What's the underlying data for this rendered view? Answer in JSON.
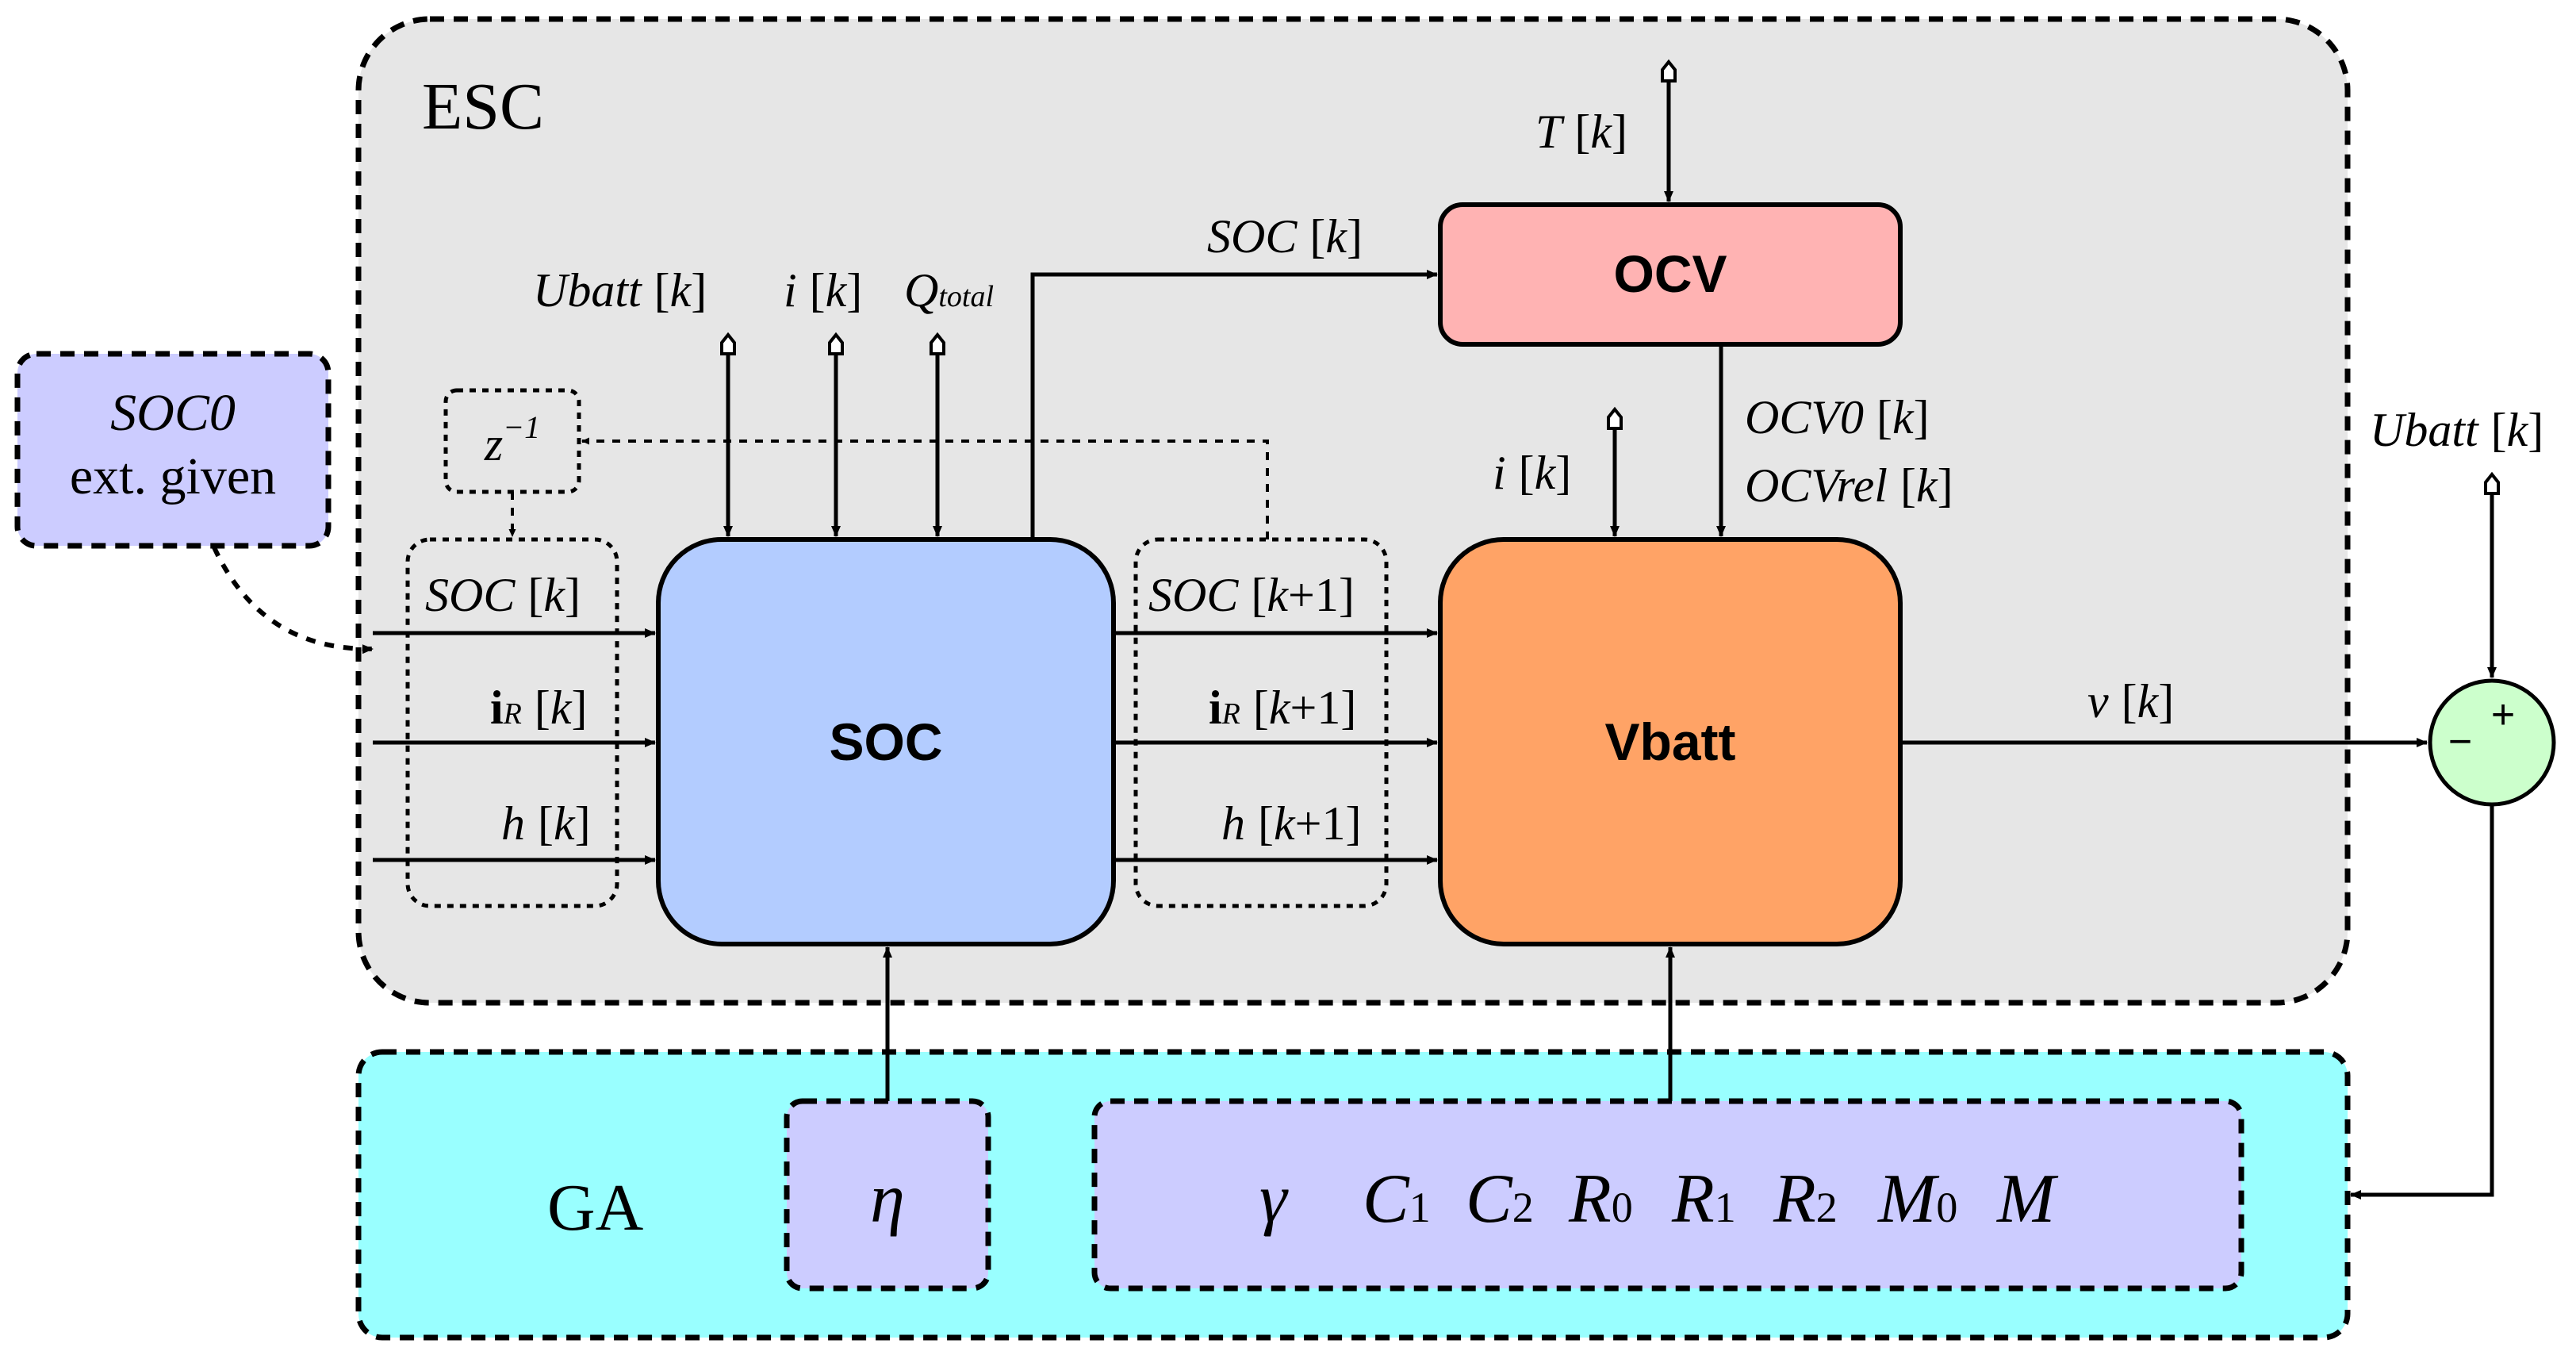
{
  "esc": {
    "title": "ESC"
  },
  "ga": {
    "title": "GA",
    "eta": "η",
    "params": [
      "γ",
      "C",
      "C",
      "R",
      "R",
      "R",
      "M",
      "M"
    ],
    "param_subs": [
      "",
      "1",
      "2",
      "0",
      "1",
      "2",
      "0",
      ""
    ]
  },
  "blocks": {
    "soc": "SOC",
    "vbatt": "Vbatt",
    "ocv": "OCV"
  },
  "soc0": {
    "line1": "SOC0",
    "line2": "ext. given"
  },
  "delay": {
    "z": "z",
    "exp": "−1"
  },
  "labels": {
    "ubatt": "Ubatt",
    "ubatt_k": "[k]",
    "i": "i",
    "i_k": "[k]",
    "q": "Q",
    "q_sub": "total",
    "t": "T",
    "t_k": "[k]",
    "soc_k_top": "SOC",
    "soc_k_top_k": "[k]",
    "ocv0": "OCV0",
    "ocv0_k": "[k]",
    "ocvrel": "OCVrel",
    "ocvrel_k": "[k]",
    "i2": "i",
    "i2_k": "[k]",
    "ubatt_right": "Ubatt",
    "ubatt_right_k": "[k]",
    "v": "v",
    "v_k": "[k]",
    "in_soc": "SOC",
    "in_soc_k": "[k]",
    "in_ir": "i",
    "in_ir_sub": "R",
    "in_ir_k": "[k]",
    "in_h": "h",
    "in_h_k": "[k]",
    "out_soc": "SOC",
    "out_soc_k": "[k+1]",
    "out_ir": "i",
    "out_ir_sub": "R",
    "out_ir_k": "[k+1]",
    "out_h": "h",
    "out_h_k": "[k+1]",
    "sum_plus": "+",
    "sum_minus": "−"
  },
  "colors": {
    "esc_bg": "#e6e6e6",
    "ga_bg": "#99ffff",
    "param_bg": "#ccccff",
    "soc_block": "#b3ccff",
    "vbatt_block": "#ffa366",
    "ocv_block": "#ffb3b3",
    "soc0_block": "#ccccff",
    "sum_circle": "#ccffcc"
  }
}
